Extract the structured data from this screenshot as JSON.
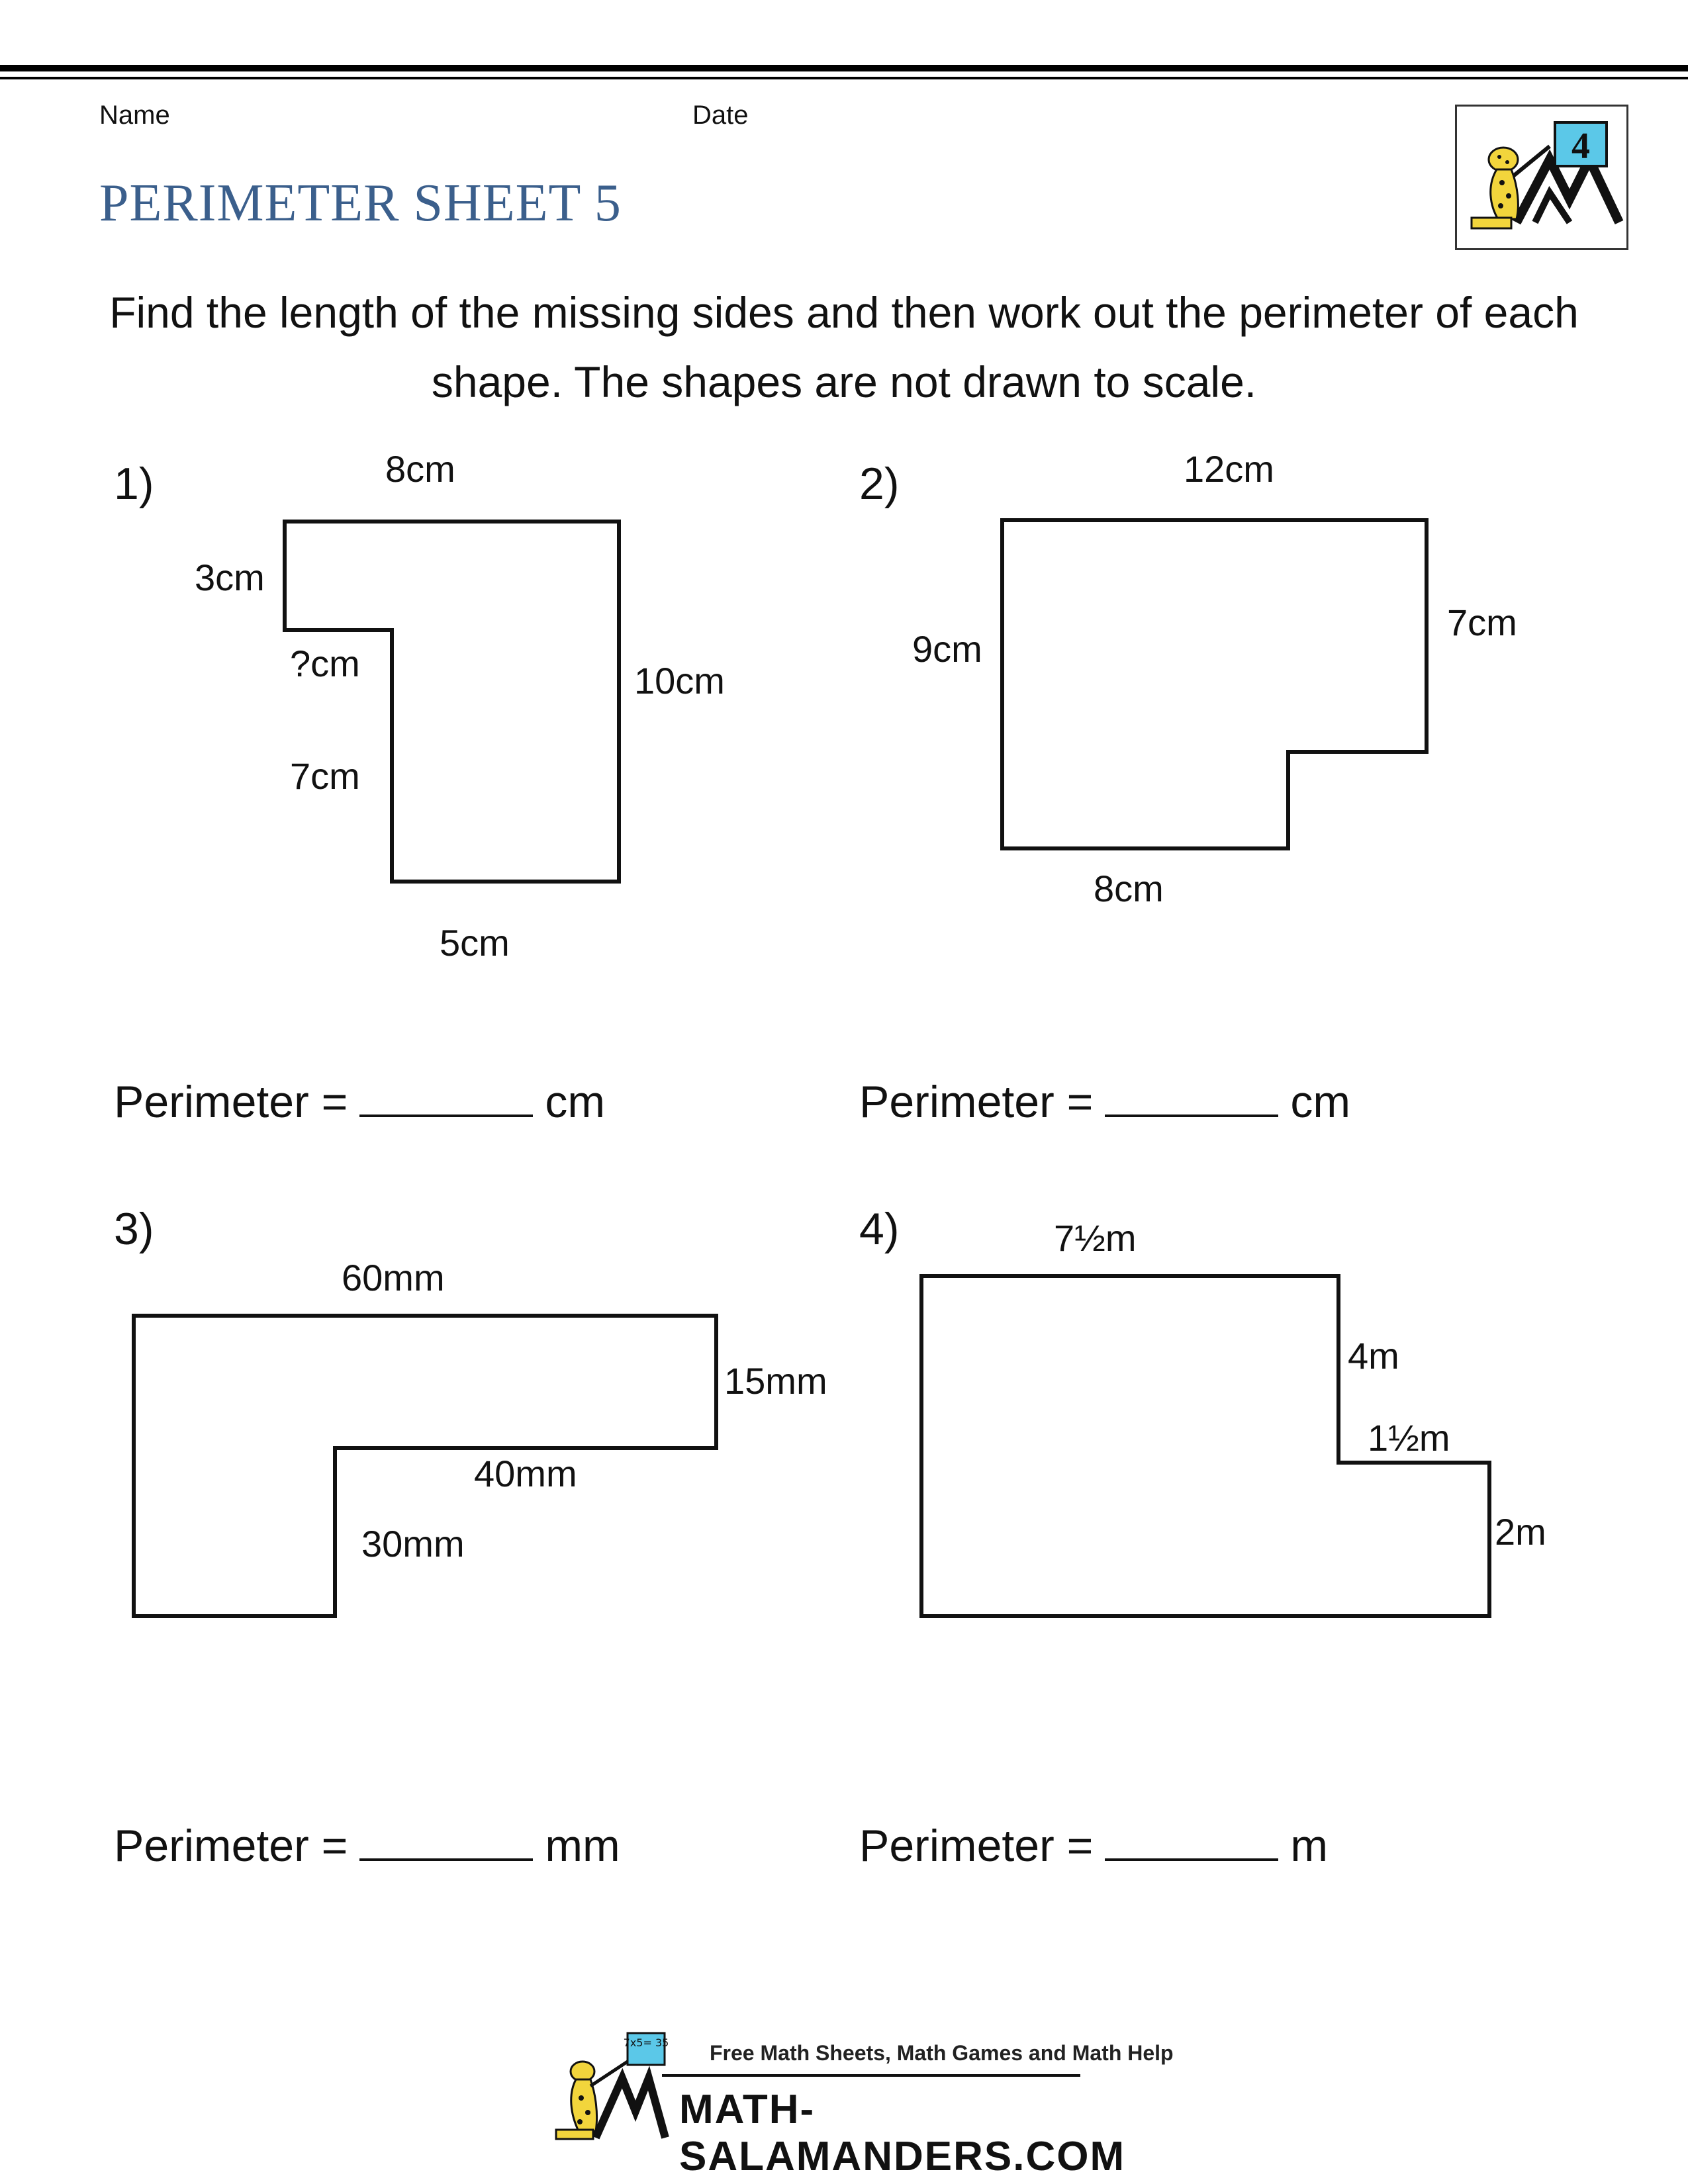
{
  "header": {
    "name_label": "Name",
    "date_label": "Date",
    "title": "PERIMETER SHEET 5",
    "grade_badge": "4"
  },
  "instructions": "Find the length of the missing sides and then work out the perimeter of each shape. The shapes are not drawn to scale.",
  "questions": [
    {
      "number": "1)",
      "labels": [
        "8cm",
        "3cm",
        "?cm",
        "7cm",
        "10cm",
        "5cm"
      ],
      "perimeter_label": "Perimeter =",
      "unit": "cm"
    },
    {
      "number": "2)",
      "labels": [
        "12cm",
        "9cm",
        "7cm",
        "8cm"
      ],
      "perimeter_label": "Perimeter =",
      "unit": "cm"
    },
    {
      "number": "3)",
      "labels": [
        "60mm",
        "15mm",
        "40mm",
        "30mm"
      ],
      "perimeter_label": "Perimeter =",
      "unit": "mm"
    },
    {
      "number": "4)",
      "labels": [
        "7½m",
        "4m",
        "1½m",
        "2m"
      ],
      "perimeter_label": "Perimeter =",
      "unit": "m"
    }
  ],
  "footer": {
    "tagline": "Free Math Sheets, Math Games and Math Help",
    "brand": "MATH-SALAMANDERS.COM",
    "logo_text": "7x5= 35"
  },
  "colors": {
    "title": "#3b5f8c",
    "logo_blue": "#5bc8e8",
    "salamander_yellow": "#f2d53c"
  }
}
